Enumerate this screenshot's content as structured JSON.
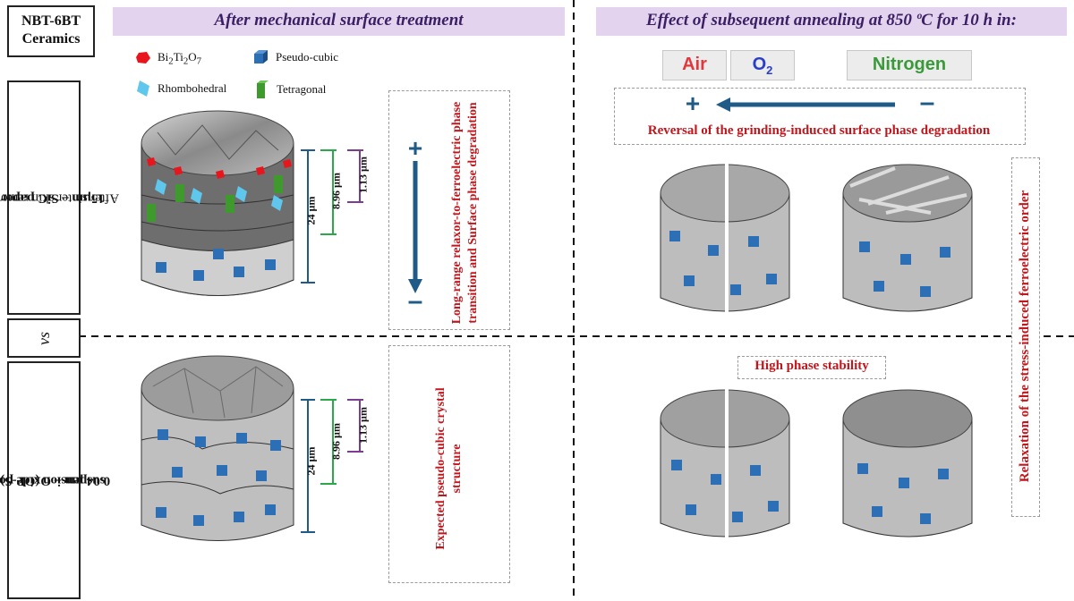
{
  "header": {
    "sample_label_line1": "NBT-6BT",
    "sample_label_line2": "Ceramics",
    "left_banner": "After mechanical surface treatment",
    "right_banner": "Effect of subsequent annealing at 850 ºC for 10 h in:"
  },
  "side_labels": {
    "top_line1": "After sinter skin removal using",
    "top_line2": "15µm – SiC paper",
    "vs": "vs",
    "bottom_line1": "0.04 µm – Oxide polishing",
    "bottom_line2": "suspension (OP-S)"
  },
  "legend": {
    "bi_phase_prefix": "Bi",
    "bi_phase_sub1": "2",
    "bi_phase_mid": "Ti",
    "bi_phase_sub2": "2",
    "bi_phase_end": "O",
    "bi_phase_sub3": "7",
    "pseudo_cubic": "Pseudo-cubic",
    "rhombohedral": "Rhombohedral",
    "tetragonal": "Tetragonal"
  },
  "measurements": {
    "depth_24": "24 µm",
    "depth_896": "8.96 µm",
    "depth_113": "1.13 µm"
  },
  "annotations": {
    "top_box": "Long-range relaxor-to-ferroelectric phase transition and Surface phase degradation",
    "top_plus": "+",
    "top_minus": "–",
    "bottom_box": "Expected pseudo-cubic crystal structure",
    "reversal": "Reversal of the grinding-induced surface phase degradation",
    "arrow_plus": "+",
    "arrow_minus": "–",
    "high_stability": "High phase stability",
    "relaxation": "Relaxation of the stress-induced ferroelectric order"
  },
  "atmospheres": {
    "air": "Air",
    "o2_main": "O",
    "o2_sub": "2",
    "nitrogen": "Nitrogen"
  },
  "colors": {
    "banner_bg": "#e3d3ee",
    "banner_text": "#3a1f63",
    "annotation_red": "#c0161c",
    "arrow_blue": "#1f5b86",
    "cube_blue": "#2d6fb5",
    "rhombo_cyan": "#5fc6ec",
    "tetra_green": "#3e9a2c",
    "bi_red": "#e8161c",
    "air_text": "#e0383c",
    "o2_text": "#2a3fc9",
    "nitrogen_text": "#3a9a3a",
    "bar_blue": "#1f5b86",
    "bar_green": "#2aa84a",
    "bar_purple": "#7b3d8f"
  }
}
